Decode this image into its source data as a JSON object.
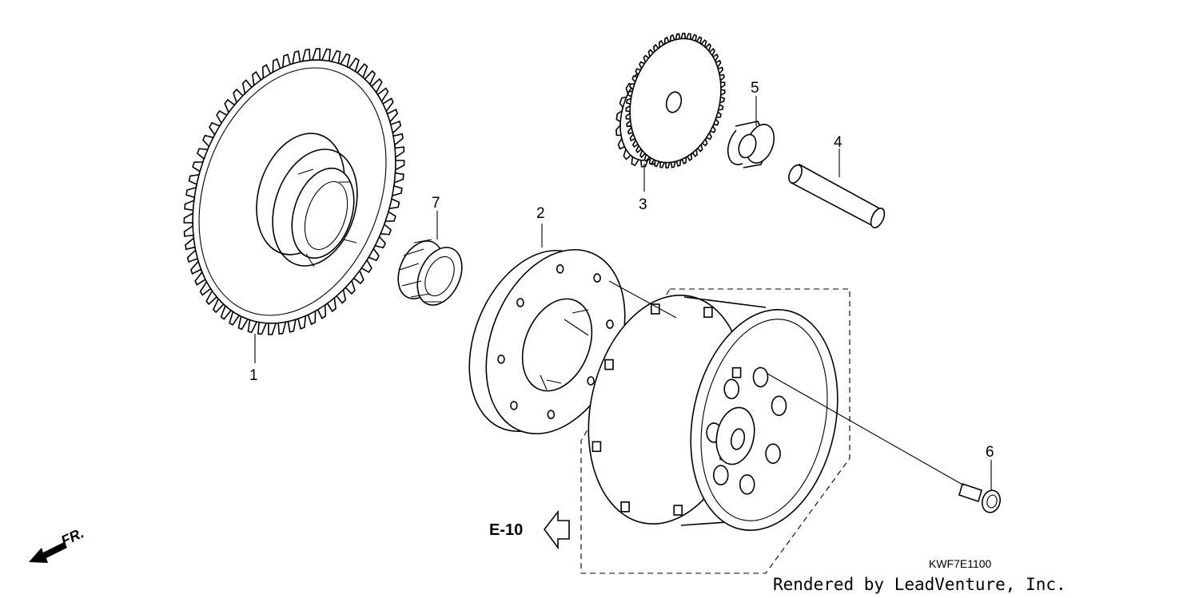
{
  "diagram": {
    "callouts": [
      {
        "id": "1",
        "label": "1"
      },
      {
        "id": "2",
        "label": "2"
      },
      {
        "id": "3",
        "label": "3"
      },
      {
        "id": "4",
        "label": "4"
      },
      {
        "id": "5",
        "label": "5"
      },
      {
        "id": "6",
        "label": "6"
      },
      {
        "id": "7",
        "label": "7"
      }
    ],
    "reference_label": "E-10",
    "front_indicator": "FR.",
    "drawing_code": "KWF7E1100",
    "credit": "Rendered by LeadVenture, Inc."
  }
}
